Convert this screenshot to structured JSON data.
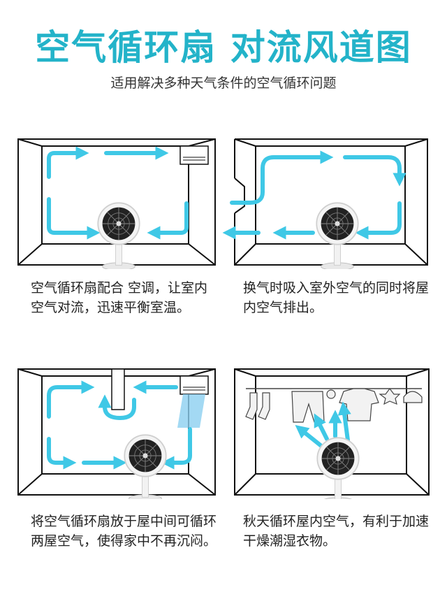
{
  "header": {
    "title": "空气循环扇 对流风道图",
    "subtitle": "适用解决多种天气条件的空气循环问题"
  },
  "colors": {
    "accent": "#23b3c9",
    "flow": "#3fc8e6",
    "line": "#111111"
  },
  "panels": [
    {
      "caption": "空气循环扇配合 空调，让室内空气对流，迅速平衡室温。"
    },
    {
      "caption": "换气时吸入室外空气的同时将屋内空气排出。"
    },
    {
      "caption": "将空气循环扇放于屋中间可循环两屋空气，使得家中不再沉闷。"
    },
    {
      "caption": "秋天循环屋内空气，有利于加速干燥潮湿衣物。"
    }
  ],
  "icons": [
    "fan-icon",
    "air-conditioner-icon",
    "window-icon",
    "clothesline-icon",
    "flow-arrow-icon"
  ]
}
